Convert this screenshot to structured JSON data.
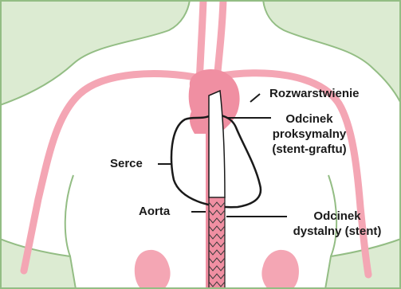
{
  "labels": {
    "dissection": "Rozwarstwienie",
    "proximal_line1": "Odcinek",
    "proximal_line2": "proksymalny",
    "proximal_line3": "(stent-graftu)",
    "heart": "Serce",
    "aorta": "Aorta",
    "distal_line1": "Odcinek",
    "distal_line2": "dystalny (stent)"
  },
  "colors": {
    "background": "#dcebd2",
    "body": "#ffffff",
    "body_outline": "#93bd84",
    "vessel": "#f4a6b4",
    "aorta_fill": "#f08fa2",
    "graft_fill": "#ffffff",
    "outline": "#1a1a1a",
    "frame": "#93bd84"
  }
}
